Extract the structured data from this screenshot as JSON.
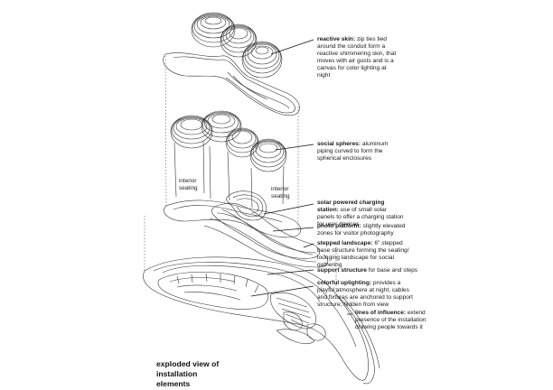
{
  "labels": [
    {
      "title": "reactive skin:",
      "text": " zip ties tied around the conduit form a reactive shimmering skin, that moves with air gusts and is a canvas for color lighting at night"
    },
    {
      "title": "social spheres:",
      "text": " aluminum piping curved to form the spherical enclosures"
    },
    {
      "title": "solar powered charging station:",
      "text": " use of small solar panels to offer a charging station for user devices"
    },
    {
      "title": "photo platform:",
      "text": " slightly elevated zones for visitor photography"
    },
    {
      "title": "stepped landscape:",
      "text": " 6\" stepped base structure forming the seating/ lounging landscape for social gathering"
    },
    {
      "title": "support structure",
      "text": " for base and steps"
    },
    {
      "title": "colorful uplighting:",
      "text": " provides a playful atmosphere at night, cables and fixtures are anchored to support structure, hidden from view"
    },
    {
      "title": "lines of influence:",
      "text": " extend presence of the installation drawing people towards it"
    }
  ],
  "seating": [
    "interior seating",
    "interior seating"
  ],
  "caption": "exploded view of installation elements"
}
